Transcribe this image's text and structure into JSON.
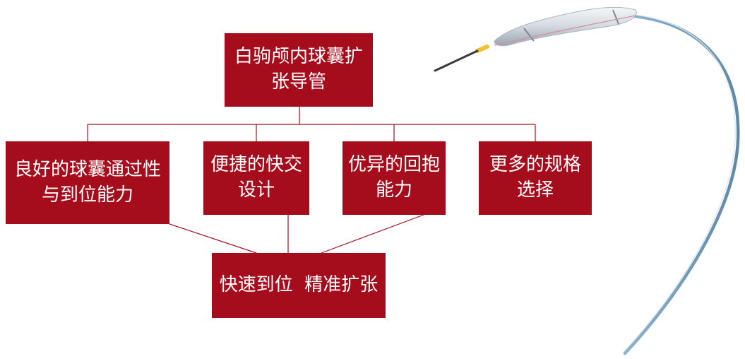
{
  "diagram": {
    "root": {
      "label": "白驹颅内球囊扩张导管"
    },
    "features": [
      {
        "label": "良好的球囊通过性与到位能力"
      },
      {
        "label": "便捷的快交设计"
      },
      {
        "label": "优异的回抱能力"
      },
      {
        "label": "更多的规格选择"
      }
    ],
    "result": {
      "label": "快速到位  精准扩张"
    }
  },
  "colors": {
    "box_fill": "#a60d1c",
    "box_text": "#ffffff",
    "connector": "#a60d1c"
  }
}
